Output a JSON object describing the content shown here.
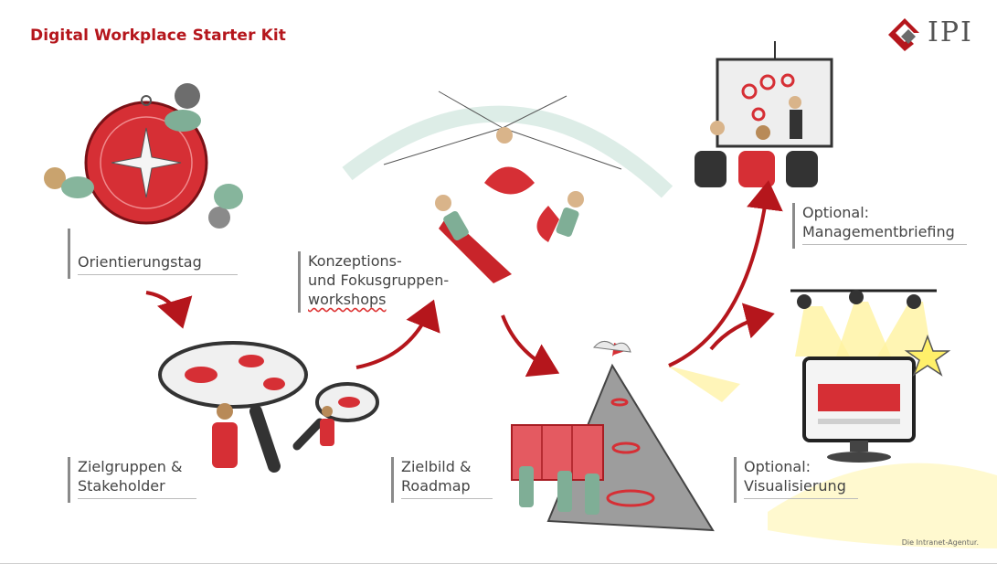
{
  "header": {
    "title": "Digital Workplace Starter Kit"
  },
  "logo": {
    "text": "IPI",
    "brand_color": "#b5161c",
    "icon": "ipi-diamond-logo"
  },
  "steps": [
    {
      "label_lines": [
        "Orientierungstag"
      ]
    },
    {
      "label_lines": [
        "Zielgruppen &",
        "Stakeholder"
      ]
    },
    {
      "label_lines": [
        "Konzeptions-",
        "und Fokusgruppen-",
        "workshops"
      ]
    },
    {
      "label_lines": [
        "Zielbild &",
        "Roadmap"
      ]
    },
    {
      "label_lines": [
        "Optional:",
        "Managementbriefing"
      ]
    },
    {
      "label_lines": [
        "Optional:",
        "Visualisierung"
      ]
    }
  ],
  "footer": {
    "tagline": "Die Intranet-Agentur."
  },
  "colors": {
    "accent": "#b5161c",
    "label_text": "#444444",
    "label_bar": "#8a8a8a"
  }
}
